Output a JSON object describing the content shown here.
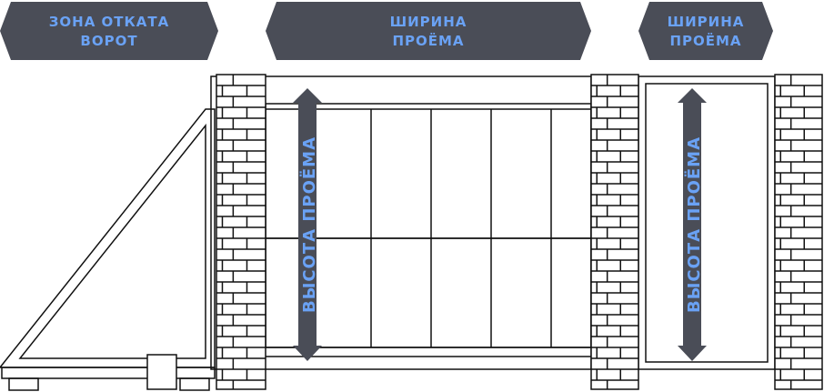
{
  "labels": {
    "rollback_zone": [
      "ЗОНА ОТКАТА",
      "ВОРОТ"
    ],
    "opening_width_gate": [
      "ШИРИНА",
      "ПРОЁМА"
    ],
    "opening_width_wicket": [
      "ШИРИНА",
      "ПРОЁМА"
    ],
    "opening_height_gate": "ВЫСОТА ПРОЁМА",
    "opening_height_wicket": "ВЫСОТА ПРОЁМА"
  },
  "colors": {
    "banner": "#4a4d57",
    "label_text": "#6aa2f5",
    "line": "#111111",
    "background": "#ffffff"
  }
}
